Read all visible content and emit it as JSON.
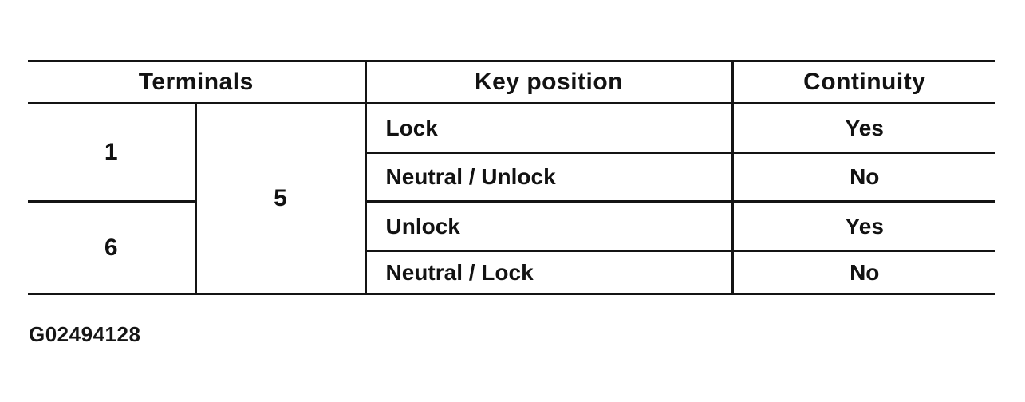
{
  "figure_code": "G02494128",
  "table": {
    "headers": {
      "terminals": "Terminals",
      "key_position": "Key position",
      "continuity": "Continuity"
    },
    "terminal_left": [
      "1",
      "6"
    ],
    "terminal_shared": "5",
    "rows": [
      {
        "key_position": "Lock",
        "continuity": "Yes"
      },
      {
        "key_position": "Neutral / Unlock",
        "continuity": "No"
      },
      {
        "key_position": "Unlock",
        "continuity": "Yes"
      },
      {
        "key_position": "Neutral / Lock",
        "continuity": "No"
      }
    ]
  }
}
